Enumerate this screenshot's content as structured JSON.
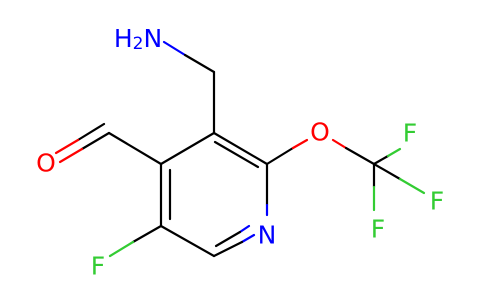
{
  "atoms": {
    "amine": {
      "main": "H",
      "sub": "2",
      "tail": "N",
      "color": "#0000ff"
    },
    "ether_oxygen": {
      "label": "O",
      "color": "#ff0000"
    },
    "aldehyde_oxygen": {
      "label": "O",
      "color": "#ff0000"
    },
    "ring_nitrogen": {
      "label": "N",
      "color": "#0000ff"
    },
    "ring_fluorine": {
      "label": "F",
      "color": "#33cc33"
    },
    "cf3_fluorine_top": {
      "label": "F",
      "color": "#33cc33"
    },
    "cf3_fluorine_right": {
      "label": "F",
      "color": "#33cc33"
    },
    "cf3_fluorine_bottom": {
      "label": "F",
      "color": "#33cc33"
    }
  },
  "colors": {
    "bond": "#000000",
    "oxygen": "#ff0000",
    "nitrogen": "#0000ff",
    "fluorine": "#33cc33"
  }
}
